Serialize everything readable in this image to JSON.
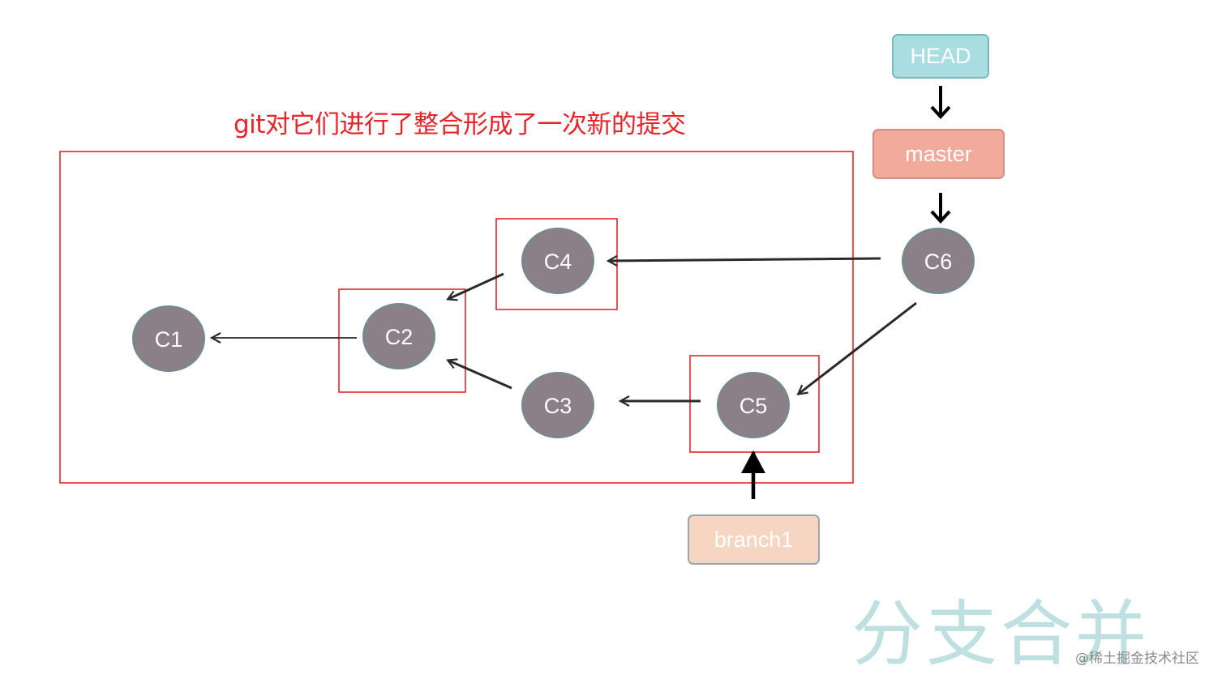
{
  "annotation": "git对它们进行了整合形成了一次新的提交",
  "title": "分支合并",
  "watermark": "@稀土掘金技术社区",
  "colors": {
    "annotation": "#e8242b",
    "box_outline": "#e8242b",
    "commit_fill": "#8b7f88",
    "commit_stroke": "#6f8d8d",
    "head_fill": "#a9dde1",
    "master_fill": "#f2aa9a",
    "branch_fill": "#f6d5c2",
    "title": "#bfe0e0"
  },
  "commits": [
    {
      "id": "C1",
      "label": "C1",
      "highlighted": false
    },
    {
      "id": "C2",
      "label": "C2",
      "highlighted": true
    },
    {
      "id": "C3",
      "label": "C3",
      "highlighted": false
    },
    {
      "id": "C4",
      "label": "C4",
      "highlighted": true
    },
    {
      "id": "C5",
      "label": "C5",
      "highlighted": true
    },
    {
      "id": "C6",
      "label": "C6",
      "highlighted": false
    }
  ],
  "edges": [
    {
      "from": "C2",
      "to": "C1"
    },
    {
      "from": "C4",
      "to": "C2"
    },
    {
      "from": "C3",
      "to": "C2"
    },
    {
      "from": "C5",
      "to": "C3"
    },
    {
      "from": "C6",
      "to": "C4"
    },
    {
      "from": "C6",
      "to": "C5"
    }
  ],
  "refs": {
    "head": "HEAD",
    "master": "master",
    "branch1": "branch1"
  },
  "ref_pointers": [
    {
      "from": "HEAD",
      "to": "master"
    },
    {
      "from": "master",
      "to": "C6"
    },
    {
      "from": "branch1",
      "to": "C5"
    }
  ]
}
